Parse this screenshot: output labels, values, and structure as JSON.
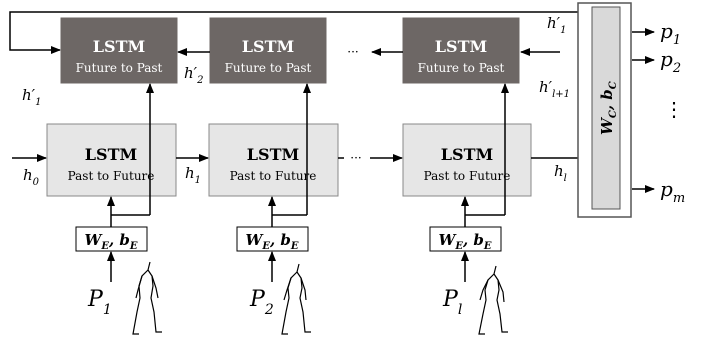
{
  "blocks": {
    "backward_title": "LSTM",
    "backward_sub": "Future to Past",
    "forward_title": "LSTM",
    "forward_sub": "Past to Future",
    "embed": "W",
    "embed_sub": "E",
    "embed_b": "b",
    "embed_b_sub": "E"
  },
  "labels": {
    "ellipsis": "···",
    "vdots": "⋮",
    "h_top": "h′",
    "h_top_sub": "1",
    "h_back": [
      {
        "main": "h′",
        "sub": "1"
      },
      {
        "main": "h′",
        "sub": "2"
      },
      {
        "main": "h′",
        "sub": "l+1"
      }
    ],
    "h_fwd": [
      {
        "main": "h",
        "sub": "0"
      },
      {
        "main": "h",
        "sub": "1"
      },
      {
        "main": "h",
        "sub": "l"
      }
    ],
    "inputs": [
      {
        "main": "P",
        "sub": "1"
      },
      {
        "main": "P",
        "sub": "2"
      },
      {
        "main": "P",
        "sub": "l"
      }
    ],
    "outputs": [
      {
        "main": "p",
        "sub": "1"
      },
      {
        "main": "p",
        "sub": "2"
      },
      {
        "main": "p",
        "sub": "m"
      }
    ],
    "classifier": "W",
    "classifier_sub": "C",
    "classifier_b": "b",
    "classifier_b_sub": "C"
  },
  "colors": {
    "backward_fill": "#6d6765",
    "forward_fill": "#e6e6e6",
    "classifier_fill": "#d9d9d9",
    "stroke": "#000000"
  }
}
